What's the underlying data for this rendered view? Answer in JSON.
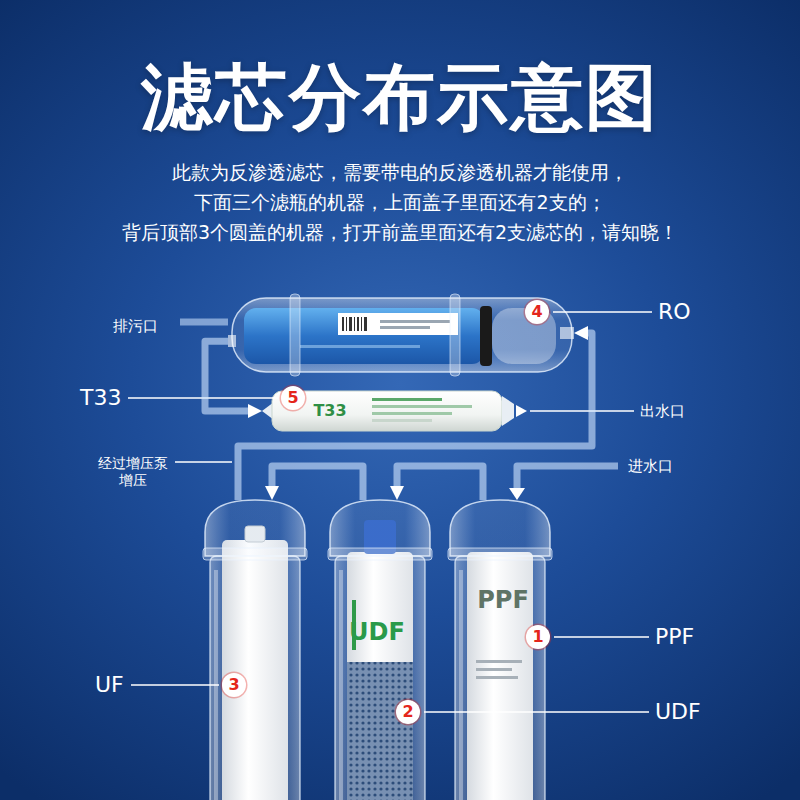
{
  "diagram": {
    "title": "滤芯分布示意图",
    "nodes": [
      {
        "text": [
          "4"
        ]
      },
      {
        "text": [
          "T33",
          "5"
        ]
      },
      {
        "text": [
          "3"
        ]
      },
      {
        "text": [
          "UDF",
          "2"
        ]
      },
      {
        "text": [
          "PPF",
          "1"
        ]
      }
    ],
    "edges": [
      {
        "from": 4,
        "to": 3,
        "arrow": "to"
      },
      {
        "from": 3,
        "to": 2,
        "arrow": "to"
      },
      {
        "from": 2,
        "to": 0,
        "arrow": "to"
      },
      {
        "from": 0,
        "to": 1,
        "arrow": "to"
      }
    ],
    "labels": [
      "此款为反渗透滤芯，需要带电的反渗透机器才能使用，",
      "下面三个滤瓶的机器，上面盖子里面还有2支的；",
      "背后顶部3个圆盖的机器，打开前盖里面还有2支滤芯的，请知晓！",
      "排污口",
      "RO",
      "T33",
      "出水口",
      "经过增压泵 增压",
      "进水口",
      "PPF",
      "UF",
      "UDF"
    ]
  }
}
